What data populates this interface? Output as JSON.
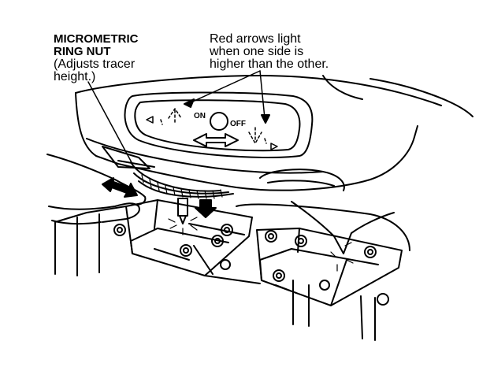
{
  "labels": {
    "micrometric": {
      "title_line1": "MICROMETRIC",
      "title_line2": "RING NUT",
      "desc_line1": "(Adjusts tracer",
      "desc_line2": "height.)"
    },
    "red_arrows": {
      "line1": "Red arrows light",
      "line2": "when one side is",
      "line3": "higher than the other."
    }
  },
  "panel": {
    "on_text": "ON",
    "off_text": "OFF"
  },
  "colors": {
    "ink": "#000000",
    "paper": "#ffffff"
  }
}
